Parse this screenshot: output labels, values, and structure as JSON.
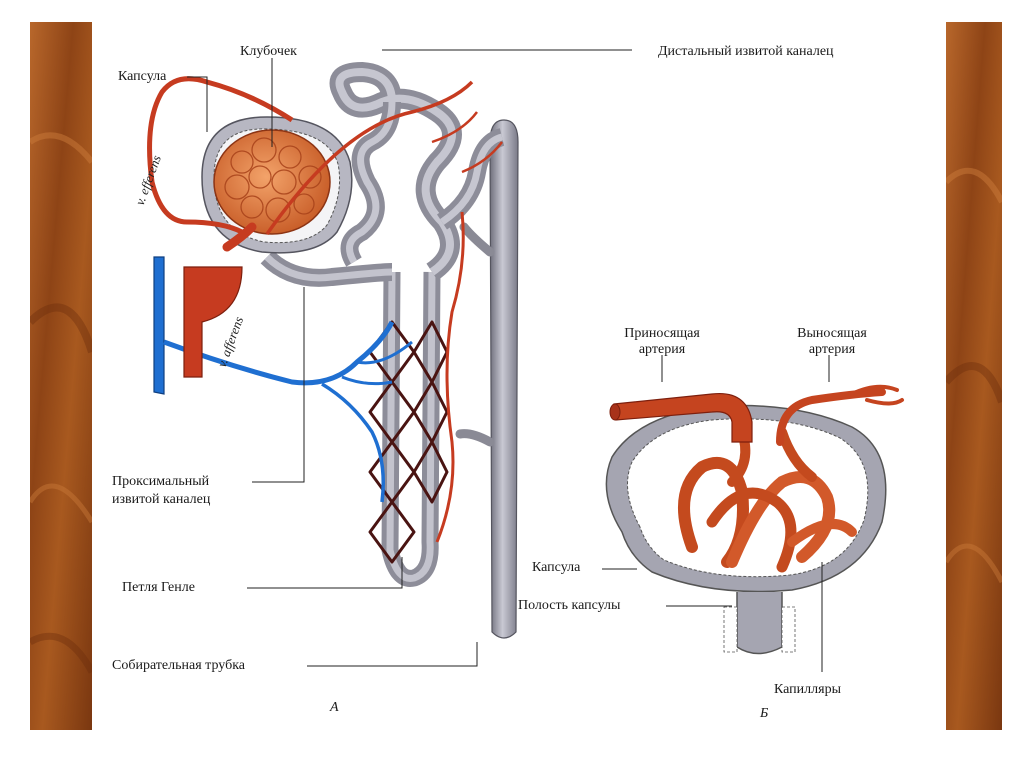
{
  "colors": {
    "side_panel": "#a0521e",
    "tubule": "#a9a9b5",
    "artery": "#cc3d22",
    "vein": "#1f6fd1",
    "capillary_dark": "#5a1a1a"
  },
  "figure_a": {
    "panel_label": "А",
    "labels": {
      "glomerulus": "Клубочек",
      "distal_tubule": "Дистальный извитой каналец",
      "capsule": "Капсула",
      "efferent_vessel": "v. efferens",
      "afferent_vessel": "v. afferens",
      "proximal_tubule_line1": "Проксимальный",
      "proximal_tubule_line2": "извитой каналец",
      "loop_of_henle": "Петля  Генле",
      "collecting_duct": "Собирательная трубка"
    }
  },
  "figure_b": {
    "panel_label": "Б",
    "labels": {
      "afferent_artery_line1": "Приносящая",
      "afferent_artery_line2": "артерия",
      "efferent_artery_line1": "Выносящая",
      "efferent_artery_line2": "артерия",
      "capsule": "Капсула",
      "capsule_cavity": "Полость капсулы",
      "capillaries": "Капилляры"
    }
  }
}
